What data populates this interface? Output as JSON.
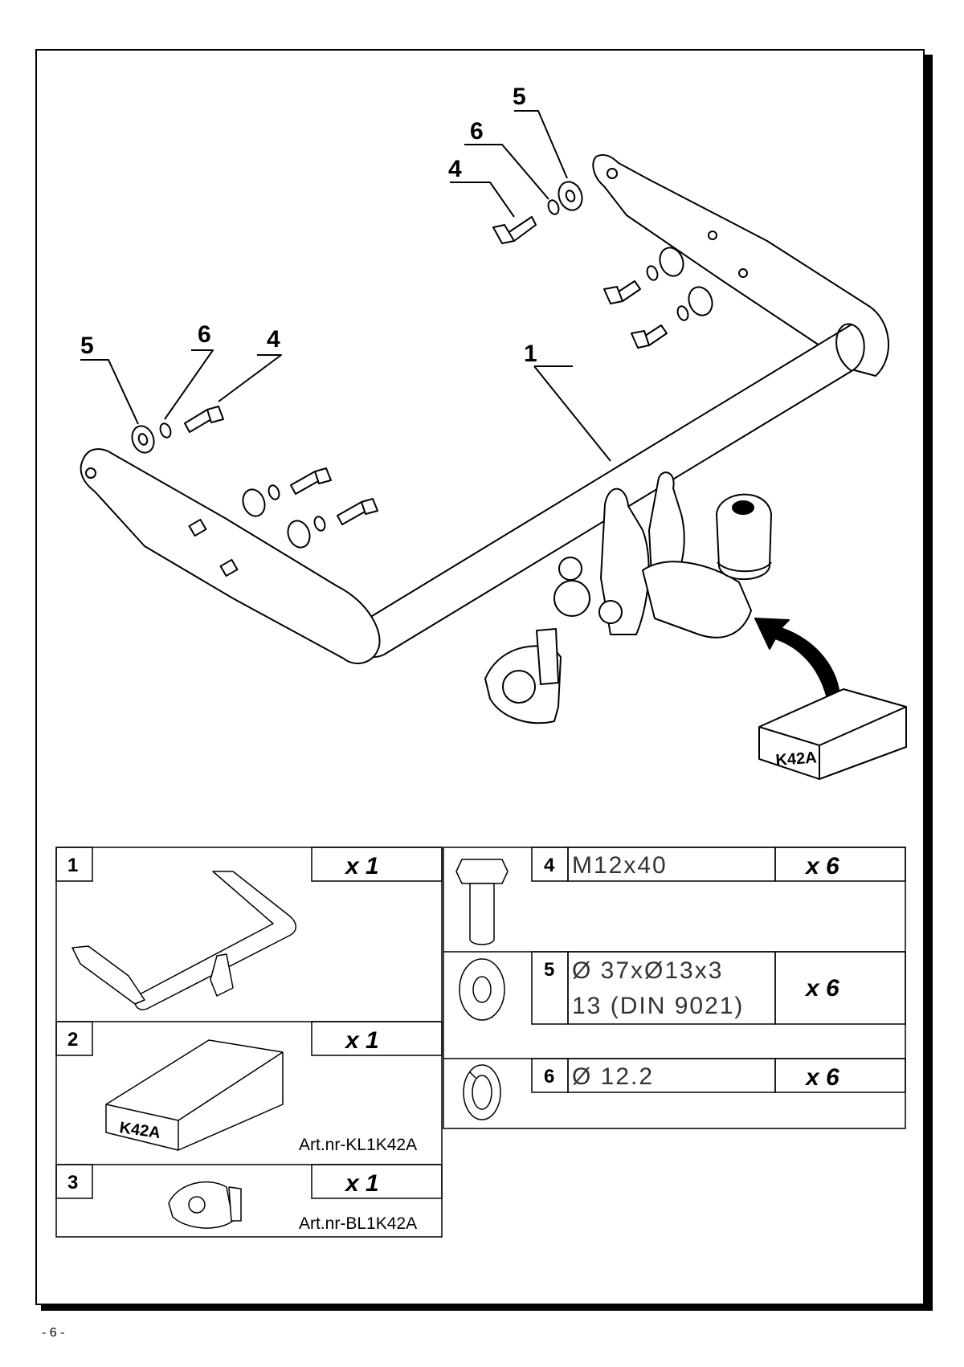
{
  "callouts": {
    "frame": "1",
    "bolt_top": "4",
    "spring_washer_top": "6",
    "washer_top": "5",
    "bolt_left": "4",
    "spring_washer_left": "6",
    "washer_left": "5"
  },
  "box_label": "K42A",
  "parts": [
    {
      "num": "1",
      "qty": "x 1",
      "art": ""
    },
    {
      "num": "2",
      "qty": "x 1",
      "art": "Art.nr-KL1K42A",
      "box_label": "K42A"
    },
    {
      "num": "3",
      "qty": "x 1",
      "art": "Art.nr-BL1K42A"
    },
    {
      "num": "4",
      "spec": "M12x40",
      "qty": "x 6"
    },
    {
      "num": "5",
      "spec": "Ø 37xØ13x3",
      "spec2": "13   (DIN 9021)",
      "qty": "x 6"
    },
    {
      "num": "6",
      "spec": "Ø 12.2",
      "qty": "x 6"
    }
  ],
  "page_number": "- 6 -"
}
